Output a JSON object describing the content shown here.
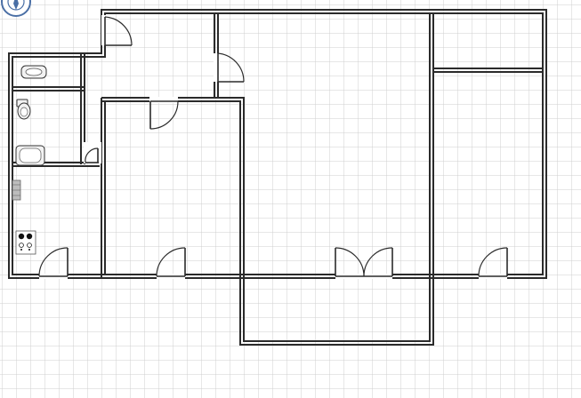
{
  "canvas": {
    "background": "#ffffff",
    "grid_minor_color": "#cfcfcf",
    "grid_major_color": "#c4c4c4",
    "wall_color": "#2b2b2b"
  },
  "tool_icon": {
    "name": "compass-icon"
  },
  "rooms": [
    {
      "id": "bathroom-basin"
    },
    {
      "id": "toilet"
    },
    {
      "id": "bath"
    },
    {
      "id": "kitchen-hall"
    },
    {
      "id": "entry-hall"
    },
    {
      "id": "bedroom-center"
    },
    {
      "id": "living-room"
    },
    {
      "id": "right-room"
    },
    {
      "id": "balcony"
    }
  ],
  "fixtures": [
    {
      "type": "washbasin"
    },
    {
      "type": "toilet-bowl"
    },
    {
      "type": "bathtub"
    },
    {
      "type": "radiator"
    },
    {
      "type": "stove"
    }
  ],
  "doors": [
    {
      "id": "entry-door"
    },
    {
      "id": "hall-door"
    },
    {
      "id": "bedroom-door-top"
    },
    {
      "id": "bath-door"
    },
    {
      "id": "kitchen-door"
    },
    {
      "id": "bedroom-door-bottom"
    },
    {
      "id": "living-double-door"
    },
    {
      "id": "right-room-door"
    }
  ]
}
